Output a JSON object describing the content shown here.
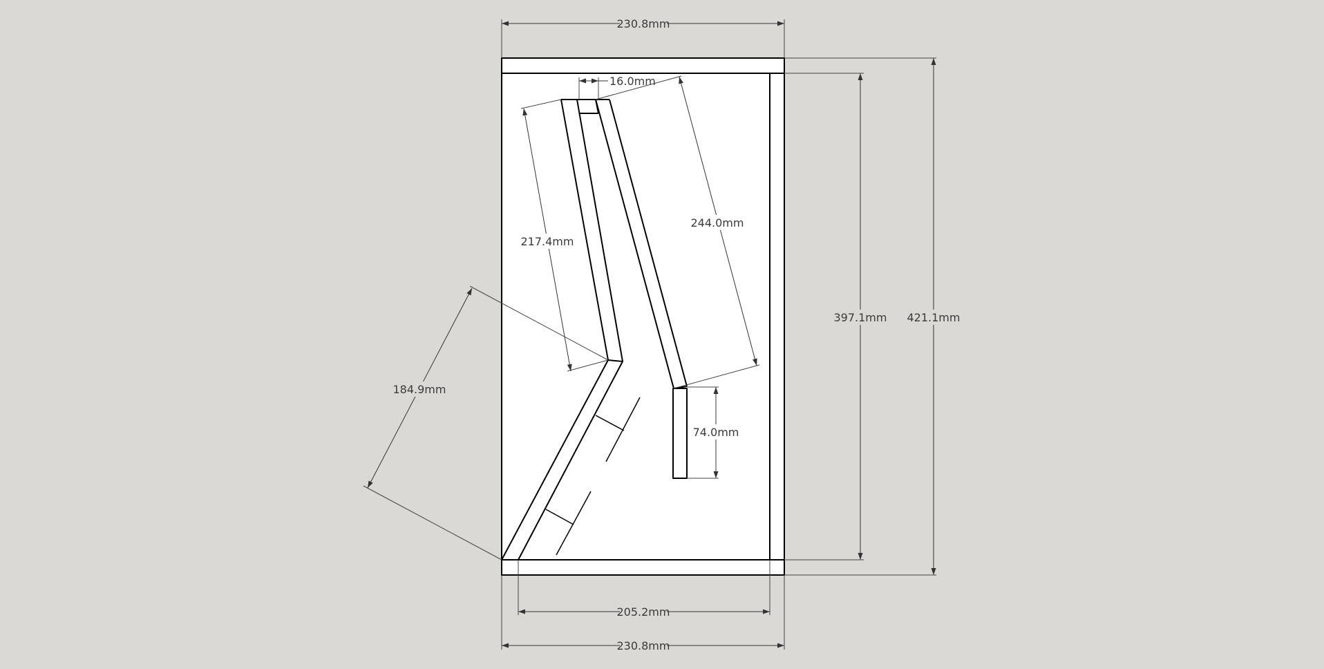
{
  "viewport": {
    "name": "sketchup-drawing-viewport"
  },
  "colors": {
    "background": "#dad9d5",
    "panel_fill": "#ffffff",
    "line": "#000000",
    "dimension": "#333333"
  },
  "dimensions": {
    "top_width": "230.8mm",
    "bottom_width": "230.8mm",
    "inner_width": "205.2mm",
    "total_height": "421.1mm",
    "inner_height": "397.1mm",
    "slot_width": "16.0mm",
    "upper_left_panel": "217.4mm",
    "upper_right_panel": "244.0mm",
    "lower_diagonal_panel": "184.9mm",
    "short_vertical_panel": "74.0mm"
  }
}
